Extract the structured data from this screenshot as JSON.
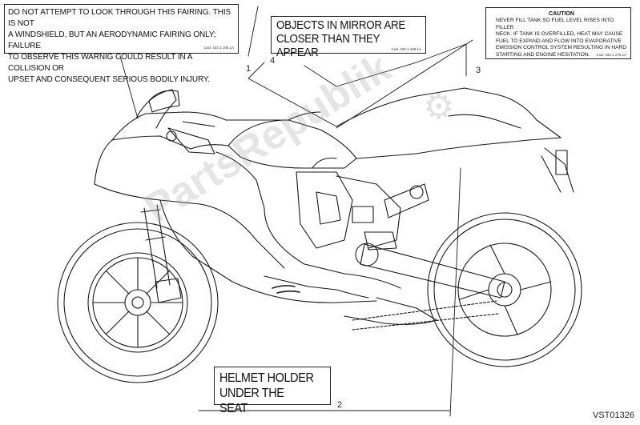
{
  "label1": {
    "lines": [
      "DO NOT ATTEMPT TO LOOK THROUGH THIS FAIRING. THIS IS NOT",
      "A WINDSHIELD, BUT AN AERODYNAMIC FAIRING ONLY; FAILURE",
      "TO OBSERVE THIS WARNIG COULD RESULT IN A COLLISION OR",
      "UPSET AND CONSEQUENT SERIOUS BODILY INJURY."
    ],
    "code": "Cod. 433.1.169.1A",
    "number": "1"
  },
  "label4": {
    "lines": [
      "OBJECTS IN MIRROR ARE",
      "CLOSER THAN THEY APPEAR"
    ],
    "code": "Cod. 433.1.168.1A",
    "number": "4"
  },
  "label3": {
    "heading": "CAUTION",
    "lines": [
      "NEVER FILL TANK SO FUEL LEVEL RISES INTO FILLER",
      "NECK. IF TANK IS OVERFILLED, HEAT MAY CAUSE",
      "FUEL TO EXPAND AND FLOW INTO EVAPORATIVE",
      "EMISSION CONTROL SYSTEM RESULTING IN HARD",
      "STARTING AND ENGINE HESITATION."
    ],
    "code": "Cod. 433.1.176.1A",
    "number": "3"
  },
  "label2": {
    "lines": [
      "HELMET HOLDER",
      "UNDER THE SEAT"
    ],
    "number": "2"
  },
  "watermark": "PartsRepublik",
  "drawing_code": "VST01326",
  "colors": {
    "line": "#1a1a1a",
    "watermark": "#a0a0a0"
  }
}
